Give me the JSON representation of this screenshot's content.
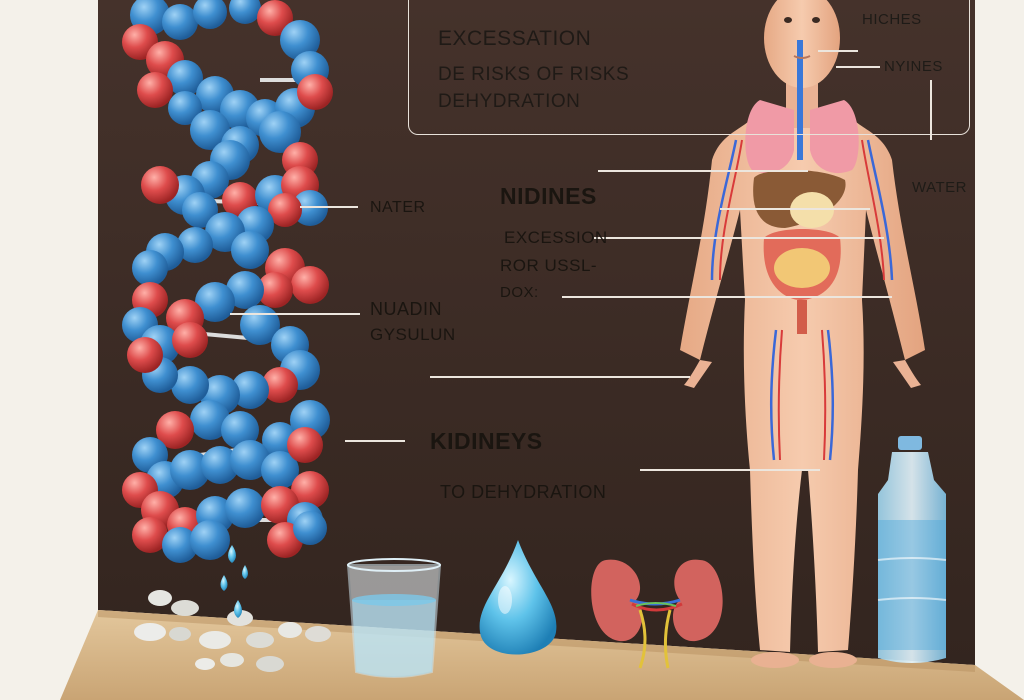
{
  "labels": {
    "title_line1": "EXCESSATION",
    "title_line2": "DE RISKS OF RISKS",
    "title_line3": "DEHYDRATION",
    "hiches": "HICHES",
    "nyines": "NYINES",
    "nater": "NATER",
    "nidines": "NIDINES",
    "water": "WATER",
    "excession": "EXCESSION",
    "ror_ussl": "ROR USSL-",
    "dox": "DOX:",
    "nuadin": "NUADIN",
    "gysulun": "GYSULUN",
    "kidineys": "KIDINEYS",
    "to_dehydration": "TO DEHYDRATION"
  },
  "colors": {
    "wall": "#3d2c26",
    "floor": "#d8b98c",
    "molecule_blue": "#3f8fd0",
    "molecule_red": "#de4c4c",
    "skin": "#f1c0a0",
    "water_blue": "#5fc3ea",
    "kidney": "#d2635e"
  }
}
